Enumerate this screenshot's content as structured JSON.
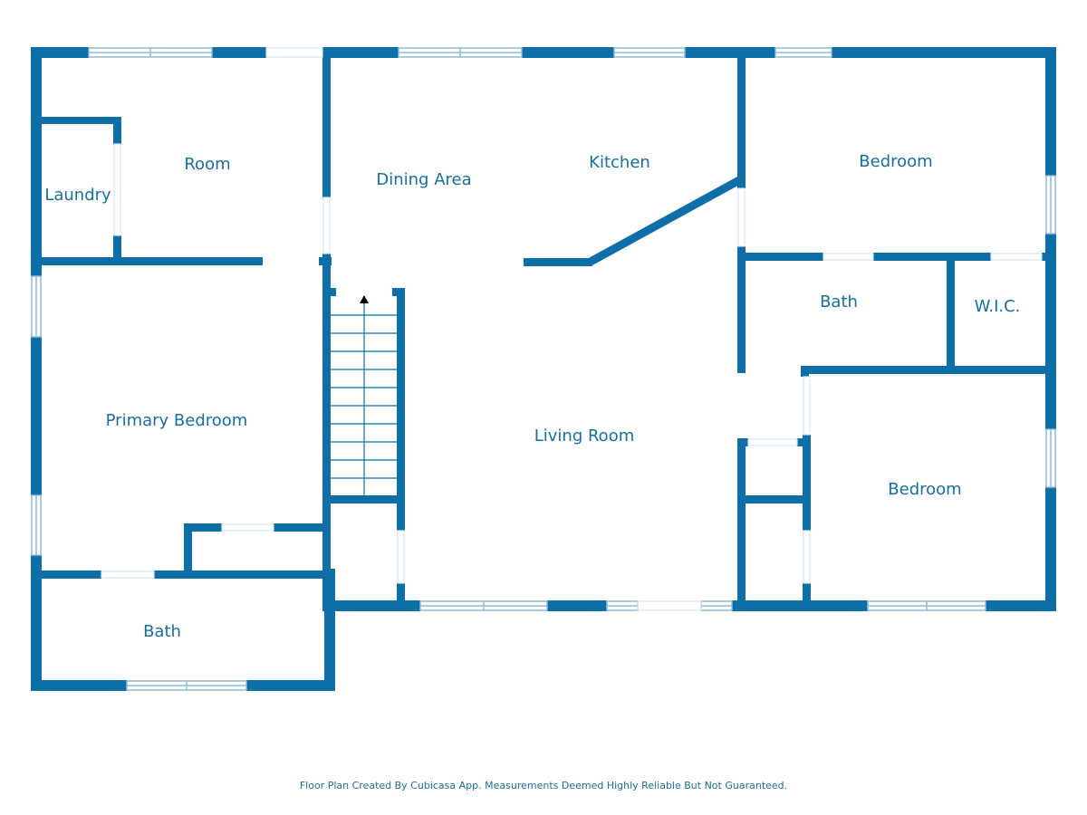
{
  "colors": {
    "wall": "#0e6ea8",
    "label": "#1a6e9c",
    "window_frame": "#9fc6dc"
  },
  "rooms": {
    "laundry": "Laundry",
    "room": "Room",
    "dining_area": "Dining Area",
    "kitchen": "Kitchen",
    "bedroom_top": "Bedroom",
    "bath_right": "Bath",
    "wic": "W.I.C.",
    "primary_bedroom": "Primary Bedroom",
    "living_room": "Living Room",
    "bedroom_bottom": "Bedroom",
    "bath_left": "Bath"
  },
  "stairs": {
    "direction_icon": "up-arrow-icon"
  },
  "footer": {
    "note": "Floor Plan Created By Cubicasa App. Measurements Deemed Highly Reliable But Not Guaranteed."
  }
}
